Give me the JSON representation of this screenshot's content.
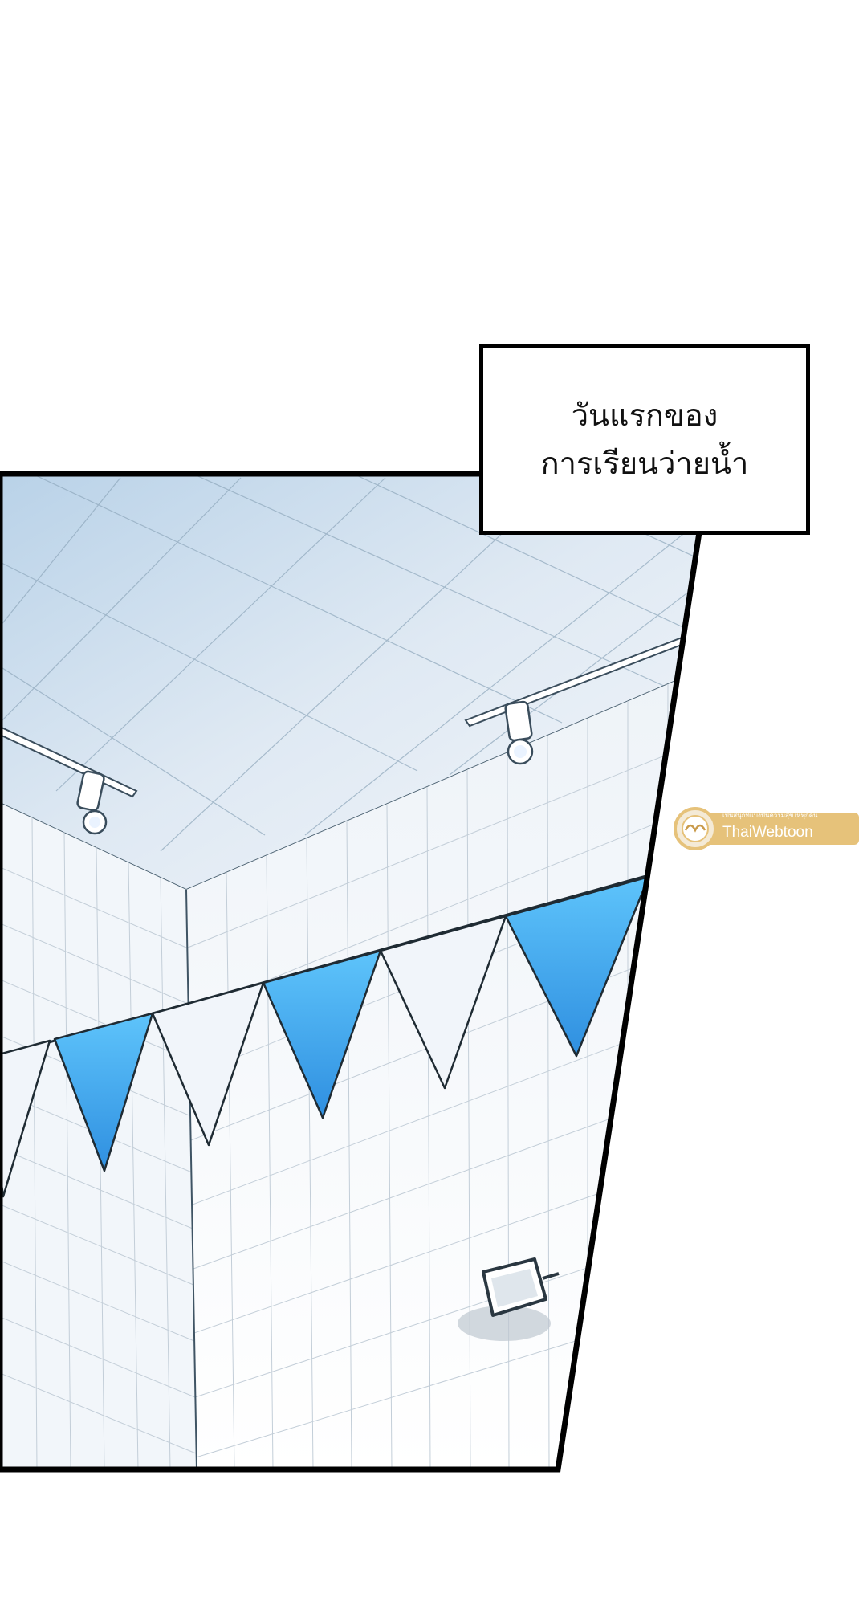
{
  "caption": {
    "line1": "วันแรกของ",
    "line2": "การเรียนว่ายน้ำ"
  },
  "watermark": {
    "brand": "ThaiWebtoon",
    "tagline": "เป็นสนุกที่แบ่งปันความสุขให้ทุกคน",
    "badge_color": "#e6c27a"
  },
  "colors": {
    "pennant_blue": "#4aa8ee",
    "pennant_white": "#eef3f9",
    "tile_line": "#c8d3dc",
    "ceiling_blue": "#c9dcec",
    "panel_border": "#000000"
  }
}
